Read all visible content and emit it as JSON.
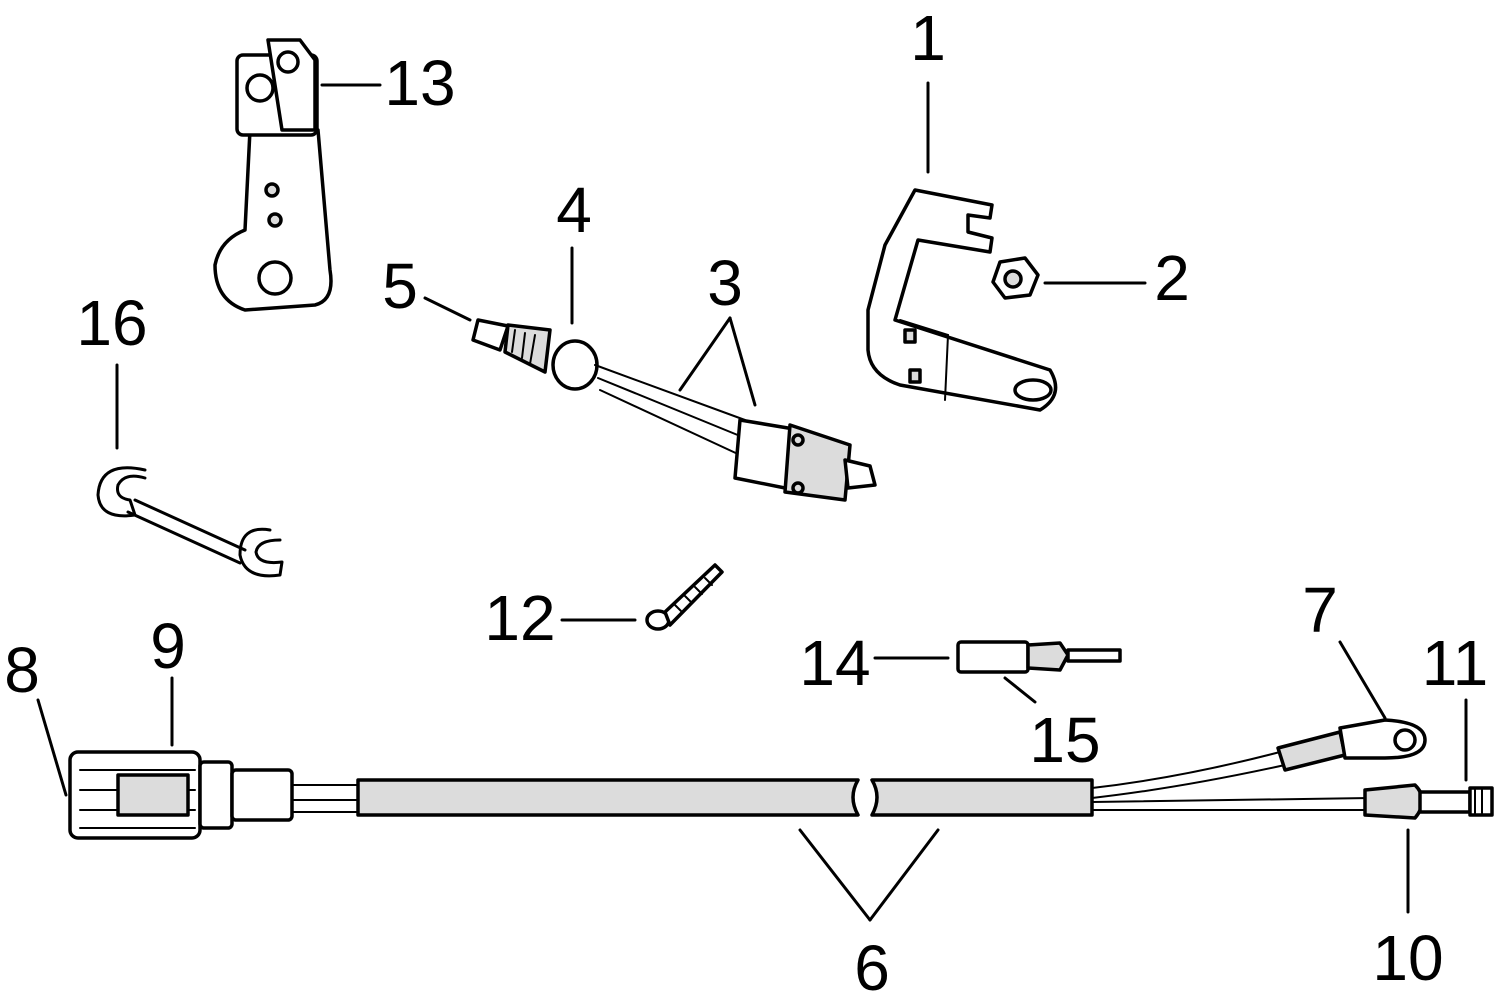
{
  "callouts": [
    "1",
    "2",
    "3",
    "4",
    "5",
    "6",
    "7",
    "8",
    "9",
    "10",
    "11",
    "12",
    "13",
    "14",
    "15",
    "16"
  ],
  "colors": {
    "ink": "#000000",
    "paper": "#ffffff",
    "shade": "#dcdcdc"
  }
}
